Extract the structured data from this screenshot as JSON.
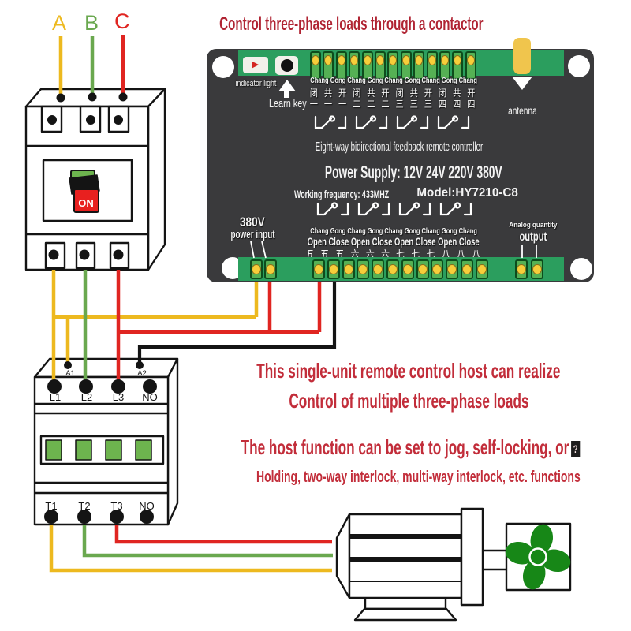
{
  "title": "Control three-phase loads through a contactor",
  "phase_labels": {
    "a": "A",
    "b": "B",
    "c": "C"
  },
  "breaker": {
    "switch_label": "ON"
  },
  "board": {
    "indicator_label": "indicator light",
    "learn_key_label": "Learn key",
    "antenna_label": "antenna",
    "subtitle": "Eight-way bidirectional feedback remote controller",
    "power_supply": "Power Supply: 12V 24V 220V 380V",
    "working_frequency": "Working frequency: 433MHZ",
    "model": "Model:HY7210-C8",
    "top_channel_row": "Chang Gong Chang Gong Chang Gong Chang Gong Chang",
    "top_cn_terminals": "闭 共 开 闭 共 开 闭 共 开 闭 共 开",
    "top_cn_numbers": "一 一 一 二 二 二 三 三 三 四 四 四",
    "bottom_channel_row": "Chang Gong Chang Gong Chang Gong Chang Gong Chang",
    "bottom_open_close_row": "Open Close Open Close Open Close Open Close",
    "bottom_cn_numbers": "五 五 五 六 六 六 七 七 七 八 八 八",
    "power_input_line1": "380V",
    "power_input_line2": "power input",
    "analog_line1": "Analog quantity",
    "analog_line2": "output"
  },
  "contactor": {
    "coil_terminals": [
      "A1",
      "A2"
    ],
    "top_terminals": [
      "L1",
      "L2",
      "L3",
      "NO"
    ],
    "bottom_terminals": [
      "T1",
      "T2",
      "T3",
      "NO"
    ]
  },
  "captions": {
    "line1": "This single-unit remote control host can realize",
    "line2": "Control of multiple three-phase loads",
    "line3": "The host function can be set to jog, self-locking, or",
    "line3_glyph": "?",
    "line4": "Holding, two-way interlock, multi-way interlock, etc. functions"
  },
  "colors": {
    "phase_a_yellow": "#edb91f",
    "phase_b_green": "#6aa84f",
    "phase_c_red": "#e02521",
    "coil_black": "#141414",
    "title_red": "#b02433",
    "caption_red": "#c22d3a",
    "pcb_green": "#2b9e5e",
    "board_dark": "#3a3a3c",
    "terminal_yellow": "#f6ce3a",
    "fan_green": "#178717",
    "breaker_on_red": "#e8201f"
  }
}
